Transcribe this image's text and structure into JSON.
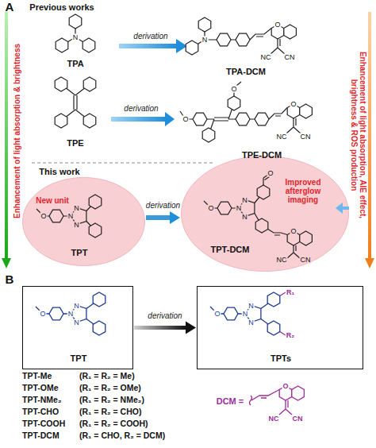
{
  "diagram": {
    "nodes": [
      {
        "text": [
          "New unit",
          "TPT"
        ]
      },
      {
        "text": [
          "Improved afterglow imaging",
          "TPT-DCM"
        ]
      },
      {
        "text": [
          "TPT"
        ]
      },
      {
        "text": [
          "TPTs"
        ]
      }
    ],
    "edges": [
      {
        "from": 0,
        "to": 1,
        "label": "derivation",
        "arrow": "to"
      },
      {
        "from": 2,
        "to": 3,
        "label": "derivation",
        "arrow": "to"
      }
    ],
    "labels": [
      "A",
      "Previous works",
      "N",
      "TPA",
      "derivation",
      "N",
      "O",
      "NC",
      "CN",
      "TPA-DCM",
      "TPE",
      "derivation",
      "O",
      "O",
      "O",
      "NC",
      "CN",
      "TPE-DCM",
      "This work",
      "O",
      "N",
      "N",
      "N",
      "O",
      "N",
      "N",
      "N",
      "O",
      "O",
      "NC",
      "CN",
      "Enhancement of light absorption & brightness",
      "Enhancement of light absorption, AIE effect, brightness & ROS production",
      "B",
      "O",
      "N",
      "N",
      "N",
      "O",
      "N",
      "N",
      "N",
      "R₁",
      "R₂",
      "TPT-Me",
      "(R₁ = R₂ = Me)",
      "TPT-OMe",
      "(R₁ = R₂ = OMe)",
      "TPT-NMe₂",
      "(R₁ = R₂ = NMe₂)",
      "TPT-CHO",
      "(R₁ = R₂ = CHO)",
      "TPT-COOH",
      "(R₁ = R₂ = COOH)",
      "TPT-DCM",
      "(R₁ = CHO, R₂ = DCM)",
      "DCM =",
      "O",
      "NC",
      "CN"
    ]
  }
}
